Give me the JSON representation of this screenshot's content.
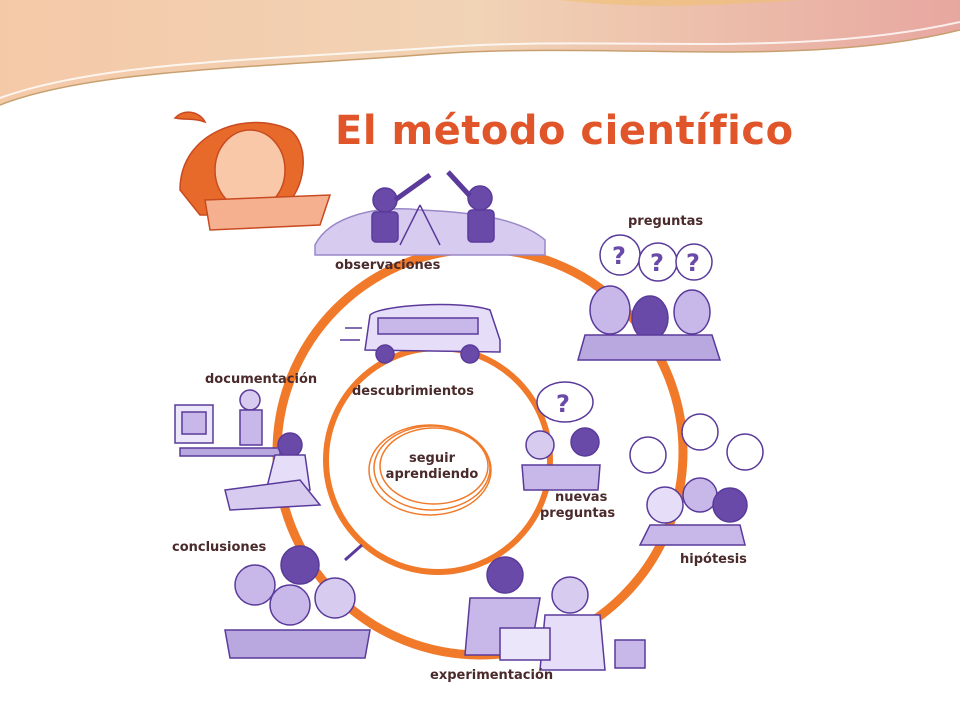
{
  "title": "El método científico",
  "center": {
    "line1": "seguir",
    "line2": "aprendiendo"
  },
  "steps": {
    "observaciones": "observaciones",
    "preguntas": "preguntas",
    "hipotesis": "hipótesis",
    "experimentacion": "experimentación",
    "conclusiones": "conclusiones",
    "documentacion": "documentación",
    "descubrimientos": "descubrimientos",
    "nuevas_preguntas_1": "nuevas",
    "nuevas_preguntas_2": "preguntas"
  },
  "colors": {
    "cycle": "#f07a2a",
    "illustration": "#6a4aa8",
    "title": "#e0552a",
    "wave_top": "#e8b0a0",
    "wave_accent": "#f0c070"
  }
}
